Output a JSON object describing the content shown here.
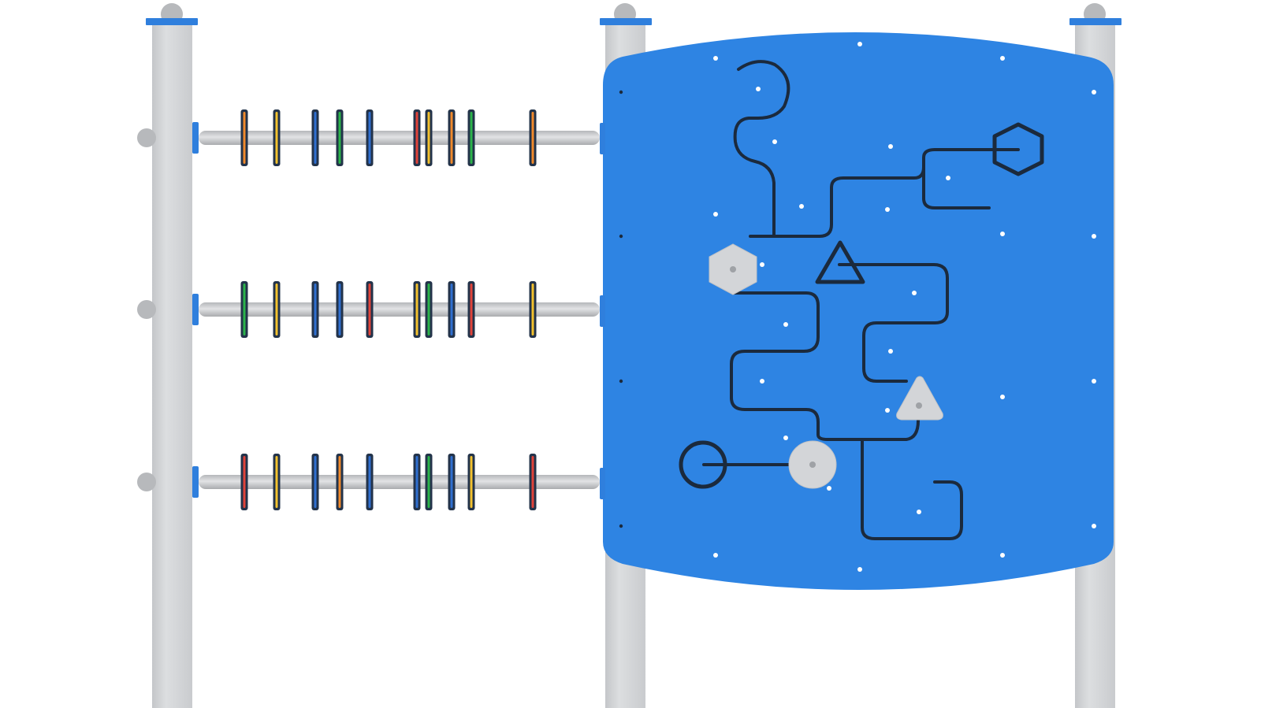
{
  "scene": {
    "subject": "playground-abacus-and-maze-panel",
    "colors": {
      "background": "#ffffff",
      "post": "#d2d4d6",
      "post_shadow": "#b9bbbe",
      "cap": "#2f7fdd",
      "knob": "#b7b9bc",
      "rod": "#c6c8cb",
      "panel": "#2e84e3",
      "maze_line": "#1b2a3d",
      "slider_piece": "#d3d5d8",
      "dot": "#ffffff"
    },
    "abacus": {
      "rows": [
        {
          "beads": [
            "orange",
            "yellow",
            "blue",
            "green",
            "blue",
            "red",
            "yellow",
            "orange",
            "green",
            "orange"
          ]
        },
        {
          "beads": [
            "green",
            "yellow",
            "blue",
            "blue",
            "red",
            "yellow",
            "green",
            "blue",
            "red",
            "yellow"
          ]
        },
        {
          "beads": [
            "red",
            "yellow",
            "blue",
            "orange",
            "blue",
            "blue",
            "green",
            "blue",
            "yellow",
            "red"
          ]
        }
      ],
      "bead_colors": {
        "orange": "#f08a2c",
        "yellow": "#f2c12e",
        "blue": "#2f6fd0",
        "green": "#2bb34a",
        "red": "#e0433a"
      }
    },
    "maze": {
      "endpoint_shapes": [
        "hexagon",
        "triangle",
        "circle"
      ],
      "slider_shapes": [
        "hexagon",
        "triangle",
        "circle"
      ]
    }
  }
}
